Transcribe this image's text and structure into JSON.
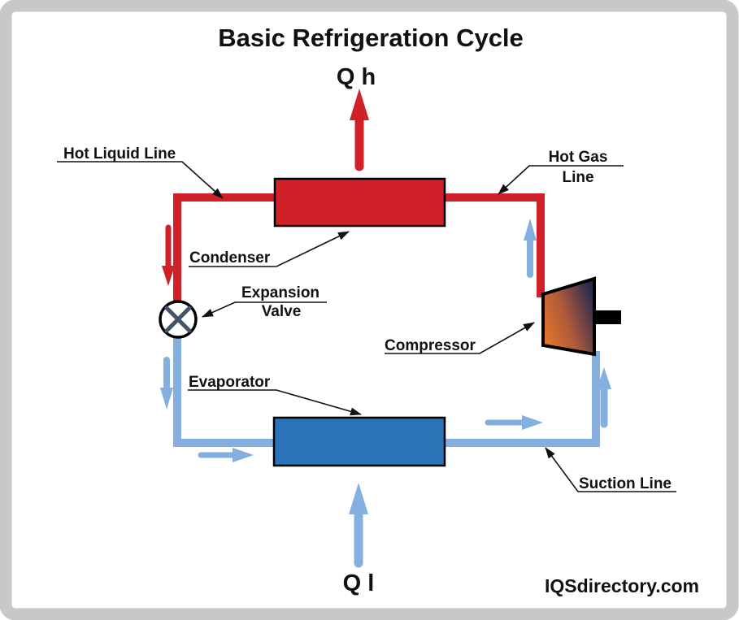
{
  "title": "Basic Refrigeration Cycle",
  "watermark": "IQSdirectory.com",
  "heat": {
    "rejected_label": "Q h",
    "absorbed_label": "Q l"
  },
  "labels": {
    "hot_liquid_line": "Hot Liquid Line",
    "hot_gas_top": "Hot Gas",
    "hot_gas_bottom": "Line",
    "condenser": "Condenser",
    "expansion_top": "Expansion",
    "expansion_bottom": "Valve",
    "compressor": "Compressor",
    "evaporator": "Evaporator",
    "suction_line": "Suction Line"
  },
  "colors": {
    "hot_line": "#cf2127",
    "cold_line": "#84afde",
    "condenser_fill": "#d02128",
    "evaporator_fill": "#2b73b7",
    "compressor_gradient_start": "#e4762a",
    "compressor_gradient_mid": "#b05a3c",
    "compressor_gradient_end": "#262a4d",
    "valve_cross": "#44546a",
    "outline": "#000000",
    "frame": "#c6c8ca",
    "leader": "#111111"
  }
}
